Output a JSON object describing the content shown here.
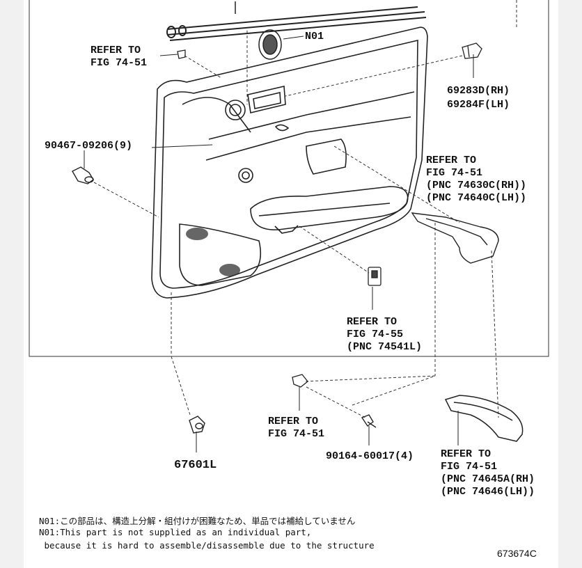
{
  "labels": {
    "n01": "N01",
    "refer_fig_74_51_top_line1": "REFER TO",
    "refer_fig_74_51_top_line2": "FIG 74-51",
    "part_69283d": "69283D(RH)",
    "part_69284f": "69284F(LH)",
    "part_90467": "90467-09206(9)",
    "refer_pnc_74630_line1": "REFER TO",
    "refer_pnc_74630_line2": "FIG 74-51",
    "refer_pnc_74630_line3": "(PNC 74630C(RH))",
    "refer_pnc_74630_line4": "(PNC 74640C(LH))",
    "refer_fig_74_55_line1": "REFER TO",
    "refer_fig_74_55_line2": "FIG 74-55",
    "refer_fig_74_55_line3": "(PNC 74541L)",
    "refer_fig_74_51_bottom_line1": "REFER TO",
    "refer_fig_74_51_bottom_line2": "FIG 74-51",
    "part_90164": "90164-60017(4)",
    "part_67601l": "67601L",
    "refer_pnc_74645_line1": "REFER TO",
    "refer_pnc_74645_line2": "FIG 74-51",
    "refer_pnc_74645_line3": "(PNC 74645A(RH)",
    "refer_pnc_74645_line4": "(PNC 74646(LH))"
  },
  "notes": {
    "line_jp": "N01:この部品は、構造上分解・組付けが困難なため、単品では補給していません",
    "line_en1": "N01:This part is not supplied as an individual part,",
    "line_en2": " because it is hard to assemble/disassemble due to the structure"
  },
  "figure_id": "673674C"
}
